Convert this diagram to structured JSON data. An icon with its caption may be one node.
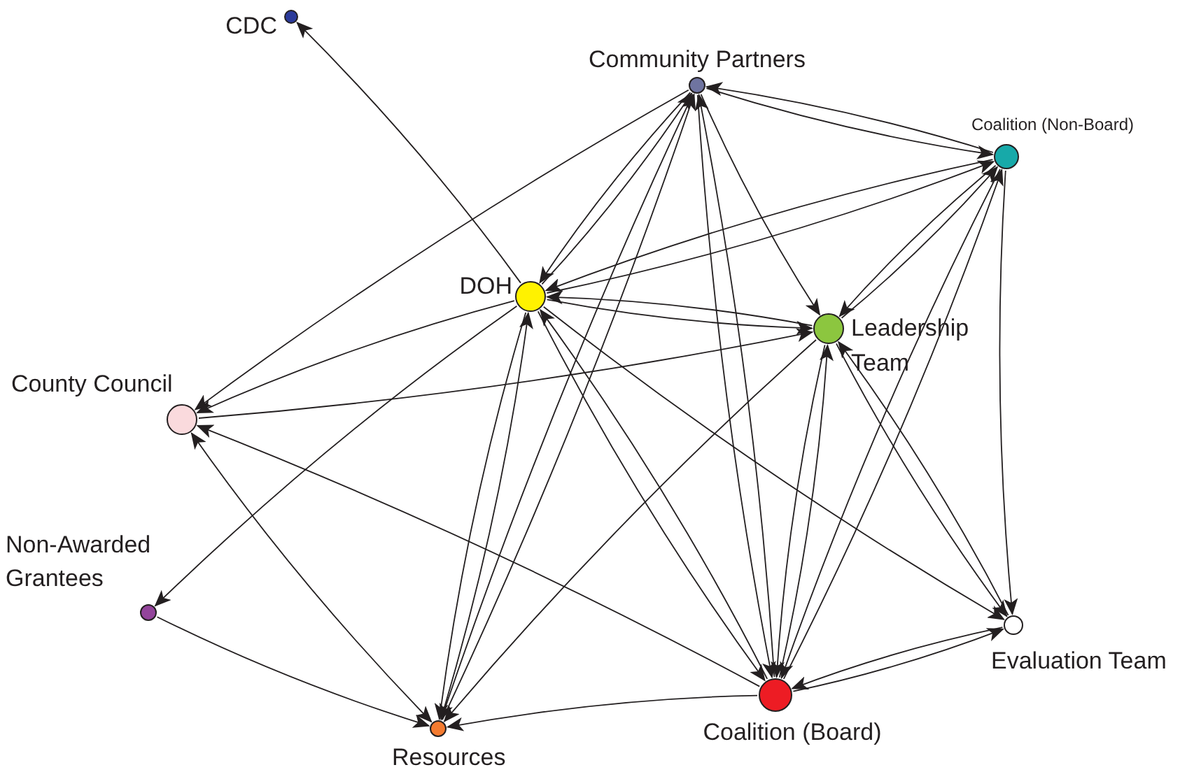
{
  "diagram": {
    "nodes": [
      {
        "text": [
          "CDC"
        ]
      },
      {
        "text": [
          "Community Partners"
        ]
      },
      {
        "text": [
          "Coalition (Non-Board)"
        ]
      },
      {
        "text": [
          "DOH"
        ]
      },
      {
        "text": [
          "Leadership Team"
        ]
      },
      {
        "text": [
          "County Council"
        ]
      },
      {
        "text": [
          "Non-Awarded Grantees"
        ]
      },
      {
        "text": [
          "Evaluation Team"
        ]
      },
      {
        "text": [
          "Coalition (Board)"
        ]
      },
      {
        "text": [
          "Resources"
        ]
      }
    ],
    "edges": [
      {
        "from": 3,
        "to": 0,
        "arrow": "to"
      },
      {
        "from": 2,
        "to": 1,
        "arrow": "to"
      },
      {
        "from": 1,
        "to": 2,
        "arrow": "to"
      },
      {
        "from": 1,
        "to": 3,
        "arrow": "to"
      },
      {
        "from": 3,
        "to": 1,
        "arrow": "to"
      },
      {
        "from": 1,
        "to": 5,
        "arrow": "to"
      },
      {
        "from": 1,
        "to": 4,
        "arrow": "to"
      },
      {
        "from": 1,
        "to": 8,
        "arrow": "to"
      },
      {
        "from": 8,
        "to": 1,
        "arrow": "to"
      },
      {
        "from": 1,
        "to": 9,
        "arrow": "to"
      },
      {
        "from": 9,
        "to": 1,
        "arrow": "to"
      },
      {
        "from": 2,
        "to": 3,
        "arrow": "to"
      },
      {
        "from": 3,
        "to": 2,
        "arrow": "to"
      },
      {
        "from": 2,
        "to": 4,
        "arrow": "to"
      },
      {
        "from": 4,
        "to": 2,
        "arrow": "to"
      },
      {
        "from": 2,
        "to": 8,
        "arrow": "to"
      },
      {
        "from": 8,
        "to": 2,
        "arrow": "to"
      },
      {
        "from": 2,
        "to": 7,
        "arrow": "to"
      },
      {
        "from": 3,
        "to": 4,
        "arrow": "to"
      },
      {
        "from": 4,
        "to": 3,
        "arrow": "to"
      },
      {
        "from": 3,
        "to": 5,
        "arrow": "to"
      },
      {
        "from": 5,
        "to": 4,
        "arrow": "to"
      },
      {
        "from": 3,
        "to": 6,
        "arrow": "to"
      },
      {
        "from": 3,
        "to": 9,
        "arrow": "to"
      },
      {
        "from": 9,
        "to": 3,
        "arrow": "to"
      },
      {
        "from": 3,
        "to": 8,
        "arrow": "to"
      },
      {
        "from": 8,
        "to": 3,
        "arrow": "to"
      },
      {
        "from": 3,
        "to": 7,
        "arrow": "to"
      },
      {
        "from": 4,
        "to": 9,
        "arrow": "to"
      },
      {
        "from": 4,
        "to": 8,
        "arrow": "to"
      },
      {
        "from": 8,
        "to": 4,
        "arrow": "to"
      },
      {
        "from": 4,
        "to": 7,
        "arrow": "to"
      },
      {
        "from": 7,
        "to": 4,
        "arrow": "to"
      },
      {
        "from": 8,
        "to": 7,
        "arrow": "to"
      },
      {
        "from": 7,
        "to": 8,
        "arrow": "to"
      },
      {
        "from": 8,
        "to": 5,
        "arrow": "to"
      },
      {
        "from": 5,
        "to": 9,
        "arrow": "both"
      },
      {
        "from": 6,
        "to": 9,
        "arrow": "to"
      },
      {
        "from": 8,
        "to": 9,
        "arrow": "to"
      }
    ]
  }
}
